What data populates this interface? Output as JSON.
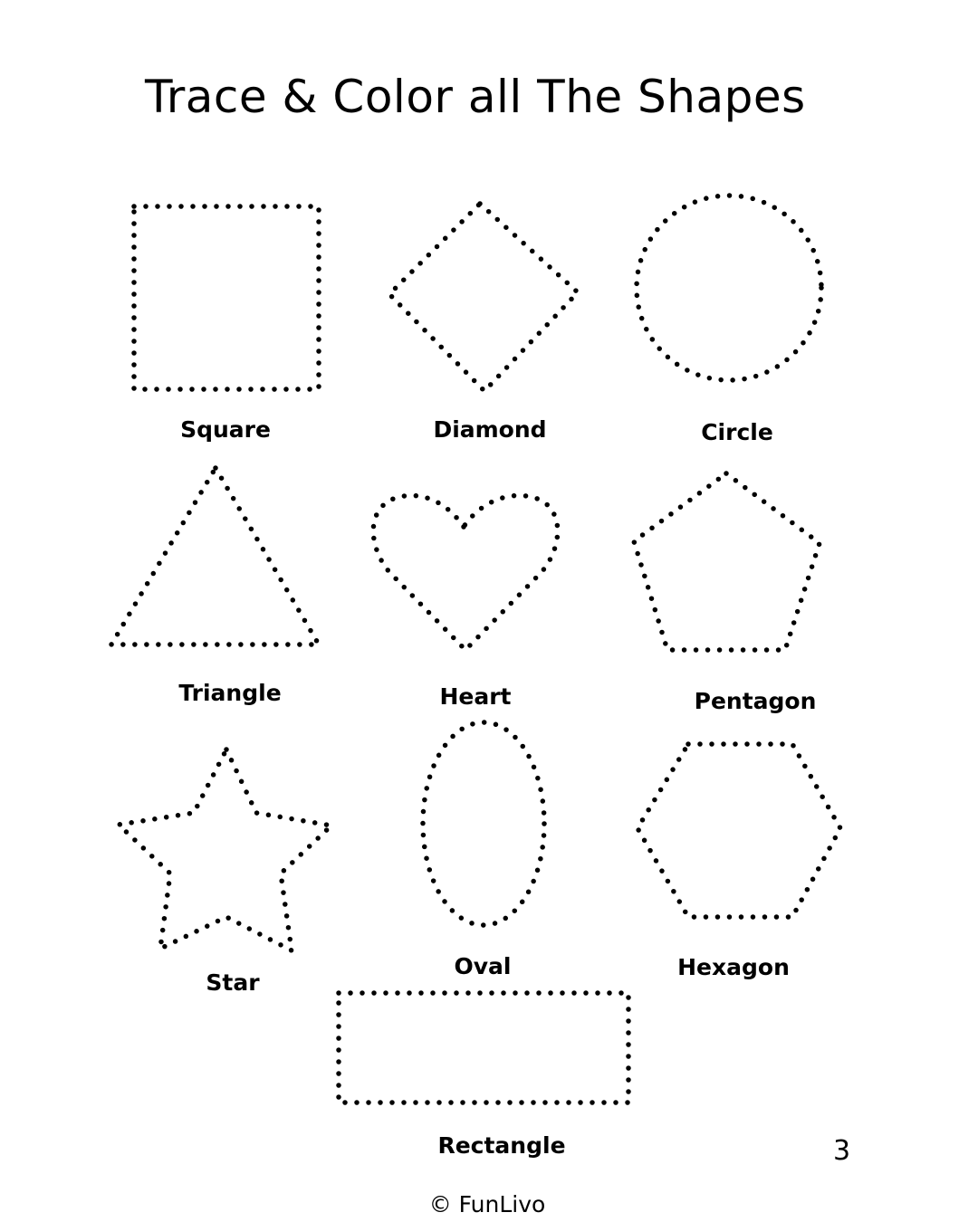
{
  "title": "Trace & Color all The Shapes",
  "shapes": [
    {
      "label": "Square"
    },
    {
      "label": "Diamond"
    },
    {
      "label": "Circle"
    },
    {
      "label": "Triangle"
    },
    {
      "label": "Heart"
    },
    {
      "label": "Pentagon"
    },
    {
      "label": "Star"
    },
    {
      "label": "Oval"
    },
    {
      "label": "Hexagon"
    },
    {
      "label": "Rectangle"
    }
  ],
  "page_number": "3",
  "copyright": "© FunLivo"
}
